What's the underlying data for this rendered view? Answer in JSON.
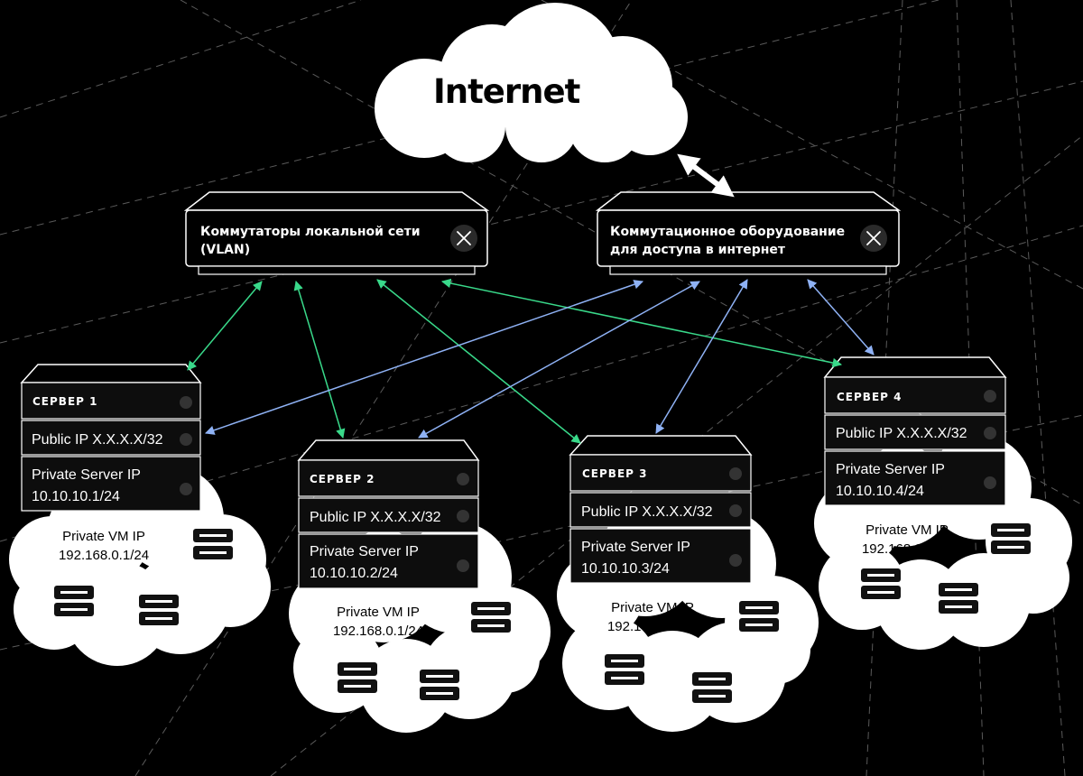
{
  "internet": {
    "label": "Internet"
  },
  "switches": {
    "lan": {
      "label": "Коммутаторы локальной сети (VLAN)"
    },
    "inet": {
      "label": "Коммутационное оборудование для доступа в интернет"
    }
  },
  "servers": [
    {
      "name": "СЕРВЕР 1",
      "public_ip": "Public IP X.X.X.X/32",
      "private_label": "Private Server IP",
      "private_ip": "10.10.10.1/24",
      "vm_label": "Private VM IP",
      "vm_ip": "192.168.0.1/24"
    },
    {
      "name": "СЕРВЕР 2",
      "public_ip": "Public IP X.X.X.X/32",
      "private_label": "Private Server IP",
      "private_ip": "10.10.10.2/24",
      "vm_label": "Private VM IP",
      "vm_ip": "192.168.0.1/24"
    },
    {
      "name": "СЕРВЕР 3",
      "public_ip": "Public IP X.X.X.X/32",
      "private_label": "Private Server IP",
      "private_ip": "10.10.10.3/24",
      "vm_label": "Private VM IP",
      "vm_ip": "192.168.0.1/24"
    },
    {
      "name": "СЕРВЕР 4",
      "public_ip": "Public IP X.X.X.X/32",
      "private_label": "Private Server IP",
      "private_ip": "10.10.10.4/24",
      "vm_label": "Private VM IP",
      "vm_ip": "192.168.0.1/24"
    }
  ],
  "colors": {
    "lan_link": "#39d98a",
    "inet_link": "#8fb2f5",
    "uplink": "#ffffff",
    "background": "#000000"
  }
}
